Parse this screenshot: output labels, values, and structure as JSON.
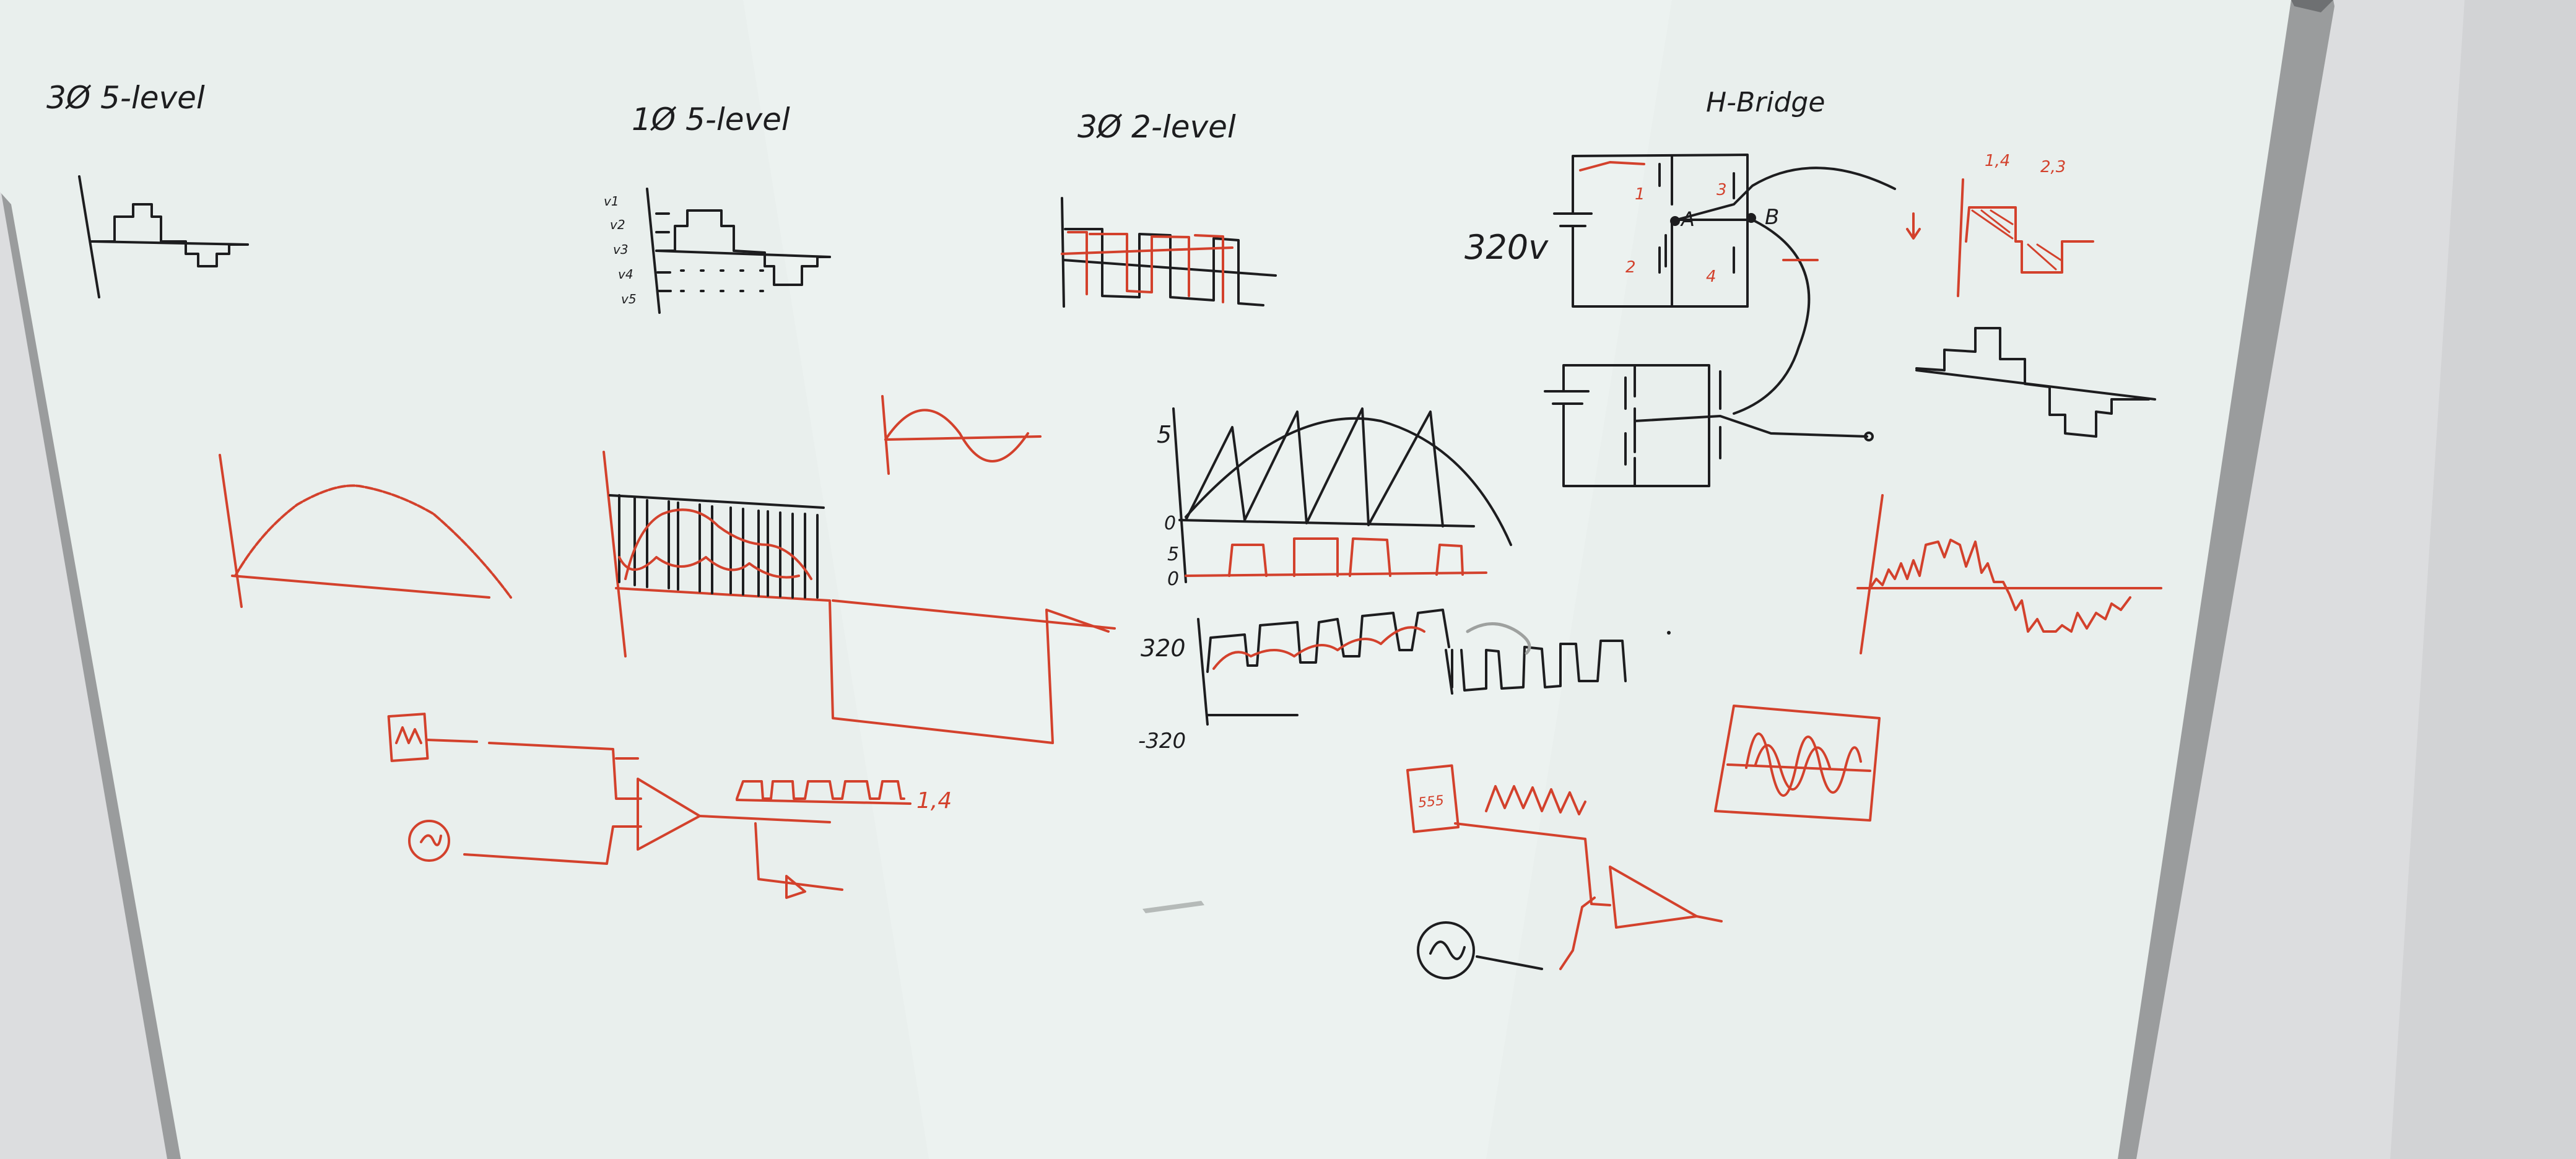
{
  "colors": {
    "wall": "#dcdddf",
    "board": "#e9efed",
    "board_shadow": "#cdd5d3",
    "frame": "#9a9c9d",
    "ink_black": "#1d1d1f",
    "ink_red": "#d3412c"
  },
  "titles": {
    "three_phase_5_level": "3Ø 5-level",
    "single_phase_5_level": "1Ø 5-level",
    "three_phase_2_level": "3Ø 2-level",
    "h_bridge": "H-Bridge"
  },
  "level_labels": [
    "v1",
    "v2",
    "v3",
    "v4",
    "v5"
  ],
  "circuit": {
    "source_voltage": "320v",
    "switch_labels": [
      "1",
      "2",
      "3",
      "4"
    ],
    "node_a": "A",
    "node_b": "B"
  },
  "switch_pairs": {
    "left": "1,4",
    "right": "2,3"
  },
  "pwm_plot": {
    "y_top": "5",
    "y_zero_1": "0",
    "y_five": "5",
    "y_zero_2": "0",
    "y_pos": "320",
    "y_neg": "-320"
  },
  "comparator_1": {
    "output_label": "1,4"
  },
  "comparator_2": {
    "chip_label": "555"
  }
}
